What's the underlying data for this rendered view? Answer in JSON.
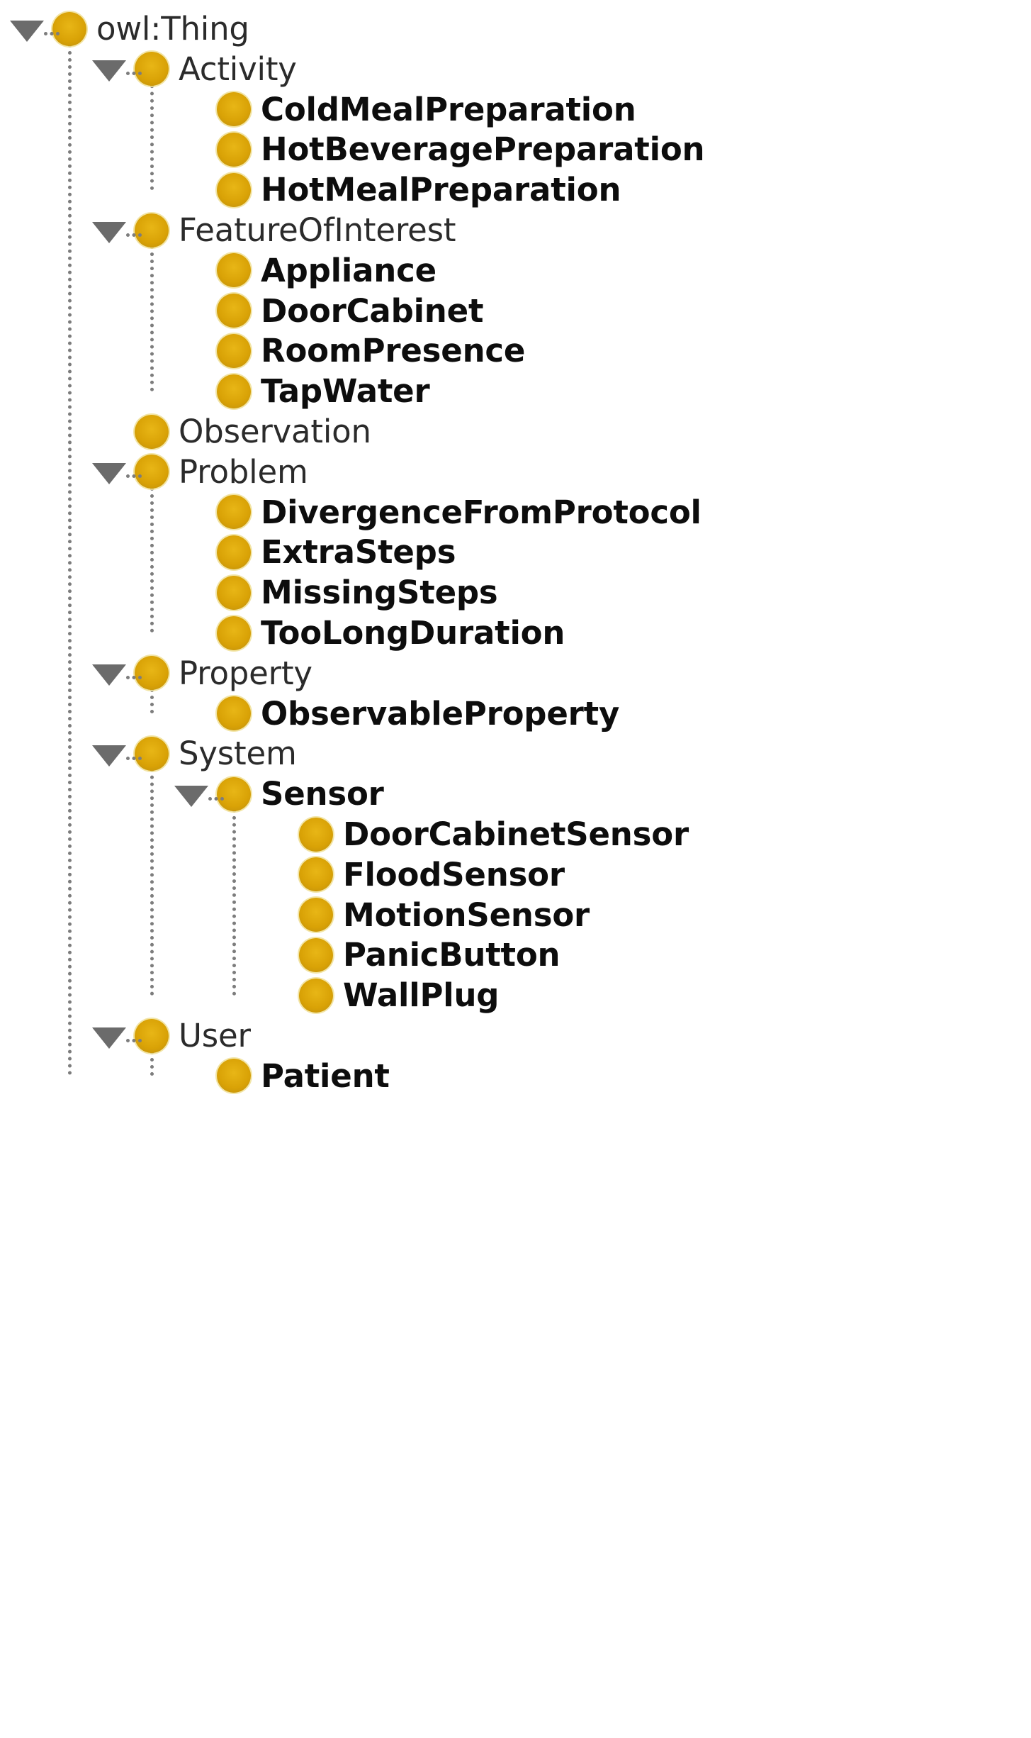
{
  "view": {
    "title": "Ontology class hierarchy",
    "root_label": "owl:Thing",
    "bullet_color": "#d9a206",
    "connector_color": "#7d7d7d",
    "toggle_color": "#6b6b6b",
    "text_color": "#1a1a1a",
    "background": "#ffffff",
    "expanded_glyph": "triangle-down"
  },
  "tree": {
    "nodes": [
      {
        "id": "owl-thing",
        "label": "owl:Thing",
        "depth": 0,
        "expandable": true,
        "expanded": true,
        "bold": false
      },
      {
        "id": "activity",
        "label": "Activity",
        "depth": 1,
        "expandable": true,
        "expanded": true,
        "bold": false
      },
      {
        "id": "cold-meal-preparation",
        "label": "ColdMealPreparation",
        "depth": 2,
        "expandable": false,
        "expanded": false,
        "bold": true
      },
      {
        "id": "hot-beverage-preparation",
        "label": "HotBeveragePreparation",
        "depth": 2,
        "expandable": false,
        "expanded": false,
        "bold": true
      },
      {
        "id": "hot-meal-preparation",
        "label": "HotMealPreparation",
        "depth": 2,
        "expandable": false,
        "expanded": false,
        "bold": true
      },
      {
        "id": "feature-of-interest",
        "label": "FeatureOfInterest",
        "depth": 1,
        "expandable": true,
        "expanded": true,
        "bold": false
      },
      {
        "id": "appliance",
        "label": "Appliance",
        "depth": 2,
        "expandable": false,
        "expanded": false,
        "bold": true
      },
      {
        "id": "door-cabinet",
        "label": "DoorCabinet",
        "depth": 2,
        "expandable": false,
        "expanded": false,
        "bold": true
      },
      {
        "id": "room-presence",
        "label": "RoomPresence",
        "depth": 2,
        "expandable": false,
        "expanded": false,
        "bold": true
      },
      {
        "id": "tap-water",
        "label": "TapWater",
        "depth": 2,
        "expandable": false,
        "expanded": false,
        "bold": true
      },
      {
        "id": "observation",
        "label": "Observation",
        "depth": 1,
        "expandable": false,
        "expanded": false,
        "bold": false
      },
      {
        "id": "problem",
        "label": "Problem",
        "depth": 1,
        "expandable": true,
        "expanded": true,
        "bold": false
      },
      {
        "id": "divergence-from-protocol",
        "label": "DivergenceFromProtocol",
        "depth": 2,
        "expandable": false,
        "expanded": false,
        "bold": true
      },
      {
        "id": "extra-steps",
        "label": "ExtraSteps",
        "depth": 2,
        "expandable": false,
        "expanded": false,
        "bold": true
      },
      {
        "id": "missing-steps",
        "label": "MissingSteps",
        "depth": 2,
        "expandable": false,
        "expanded": false,
        "bold": true
      },
      {
        "id": "too-long-duration",
        "label": "TooLongDuration",
        "depth": 2,
        "expandable": false,
        "expanded": false,
        "bold": true
      },
      {
        "id": "property",
        "label": "Property",
        "depth": 1,
        "expandable": true,
        "expanded": true,
        "bold": false
      },
      {
        "id": "observable-property",
        "label": "ObservableProperty",
        "depth": 2,
        "expandable": false,
        "expanded": false,
        "bold": true
      },
      {
        "id": "system",
        "label": "System",
        "depth": 1,
        "expandable": true,
        "expanded": true,
        "bold": false
      },
      {
        "id": "sensor",
        "label": "Sensor",
        "depth": 2,
        "expandable": true,
        "expanded": true,
        "bold": true
      },
      {
        "id": "door-cabinet-sensor",
        "label": "DoorCabinetSensor",
        "depth": 3,
        "expandable": false,
        "expanded": false,
        "bold": true
      },
      {
        "id": "flood-sensor",
        "label": "FloodSensor",
        "depth": 3,
        "expandable": false,
        "expanded": false,
        "bold": true
      },
      {
        "id": "motion-sensor",
        "label": "MotionSensor",
        "depth": 3,
        "expandable": false,
        "expanded": false,
        "bold": true
      },
      {
        "id": "panic-button",
        "label": "PanicButton",
        "depth": 3,
        "expandable": false,
        "expanded": false,
        "bold": true
      },
      {
        "id": "wall-plug",
        "label": "WallPlug",
        "depth": 3,
        "expandable": false,
        "expanded": false,
        "bold": true
      },
      {
        "id": "user",
        "label": "User",
        "depth": 1,
        "expandable": true,
        "expanded": true,
        "bold": false
      },
      {
        "id": "patient",
        "label": "Patient",
        "depth": 2,
        "expandable": false,
        "expanded": false,
        "bold": true
      }
    ]
  }
}
